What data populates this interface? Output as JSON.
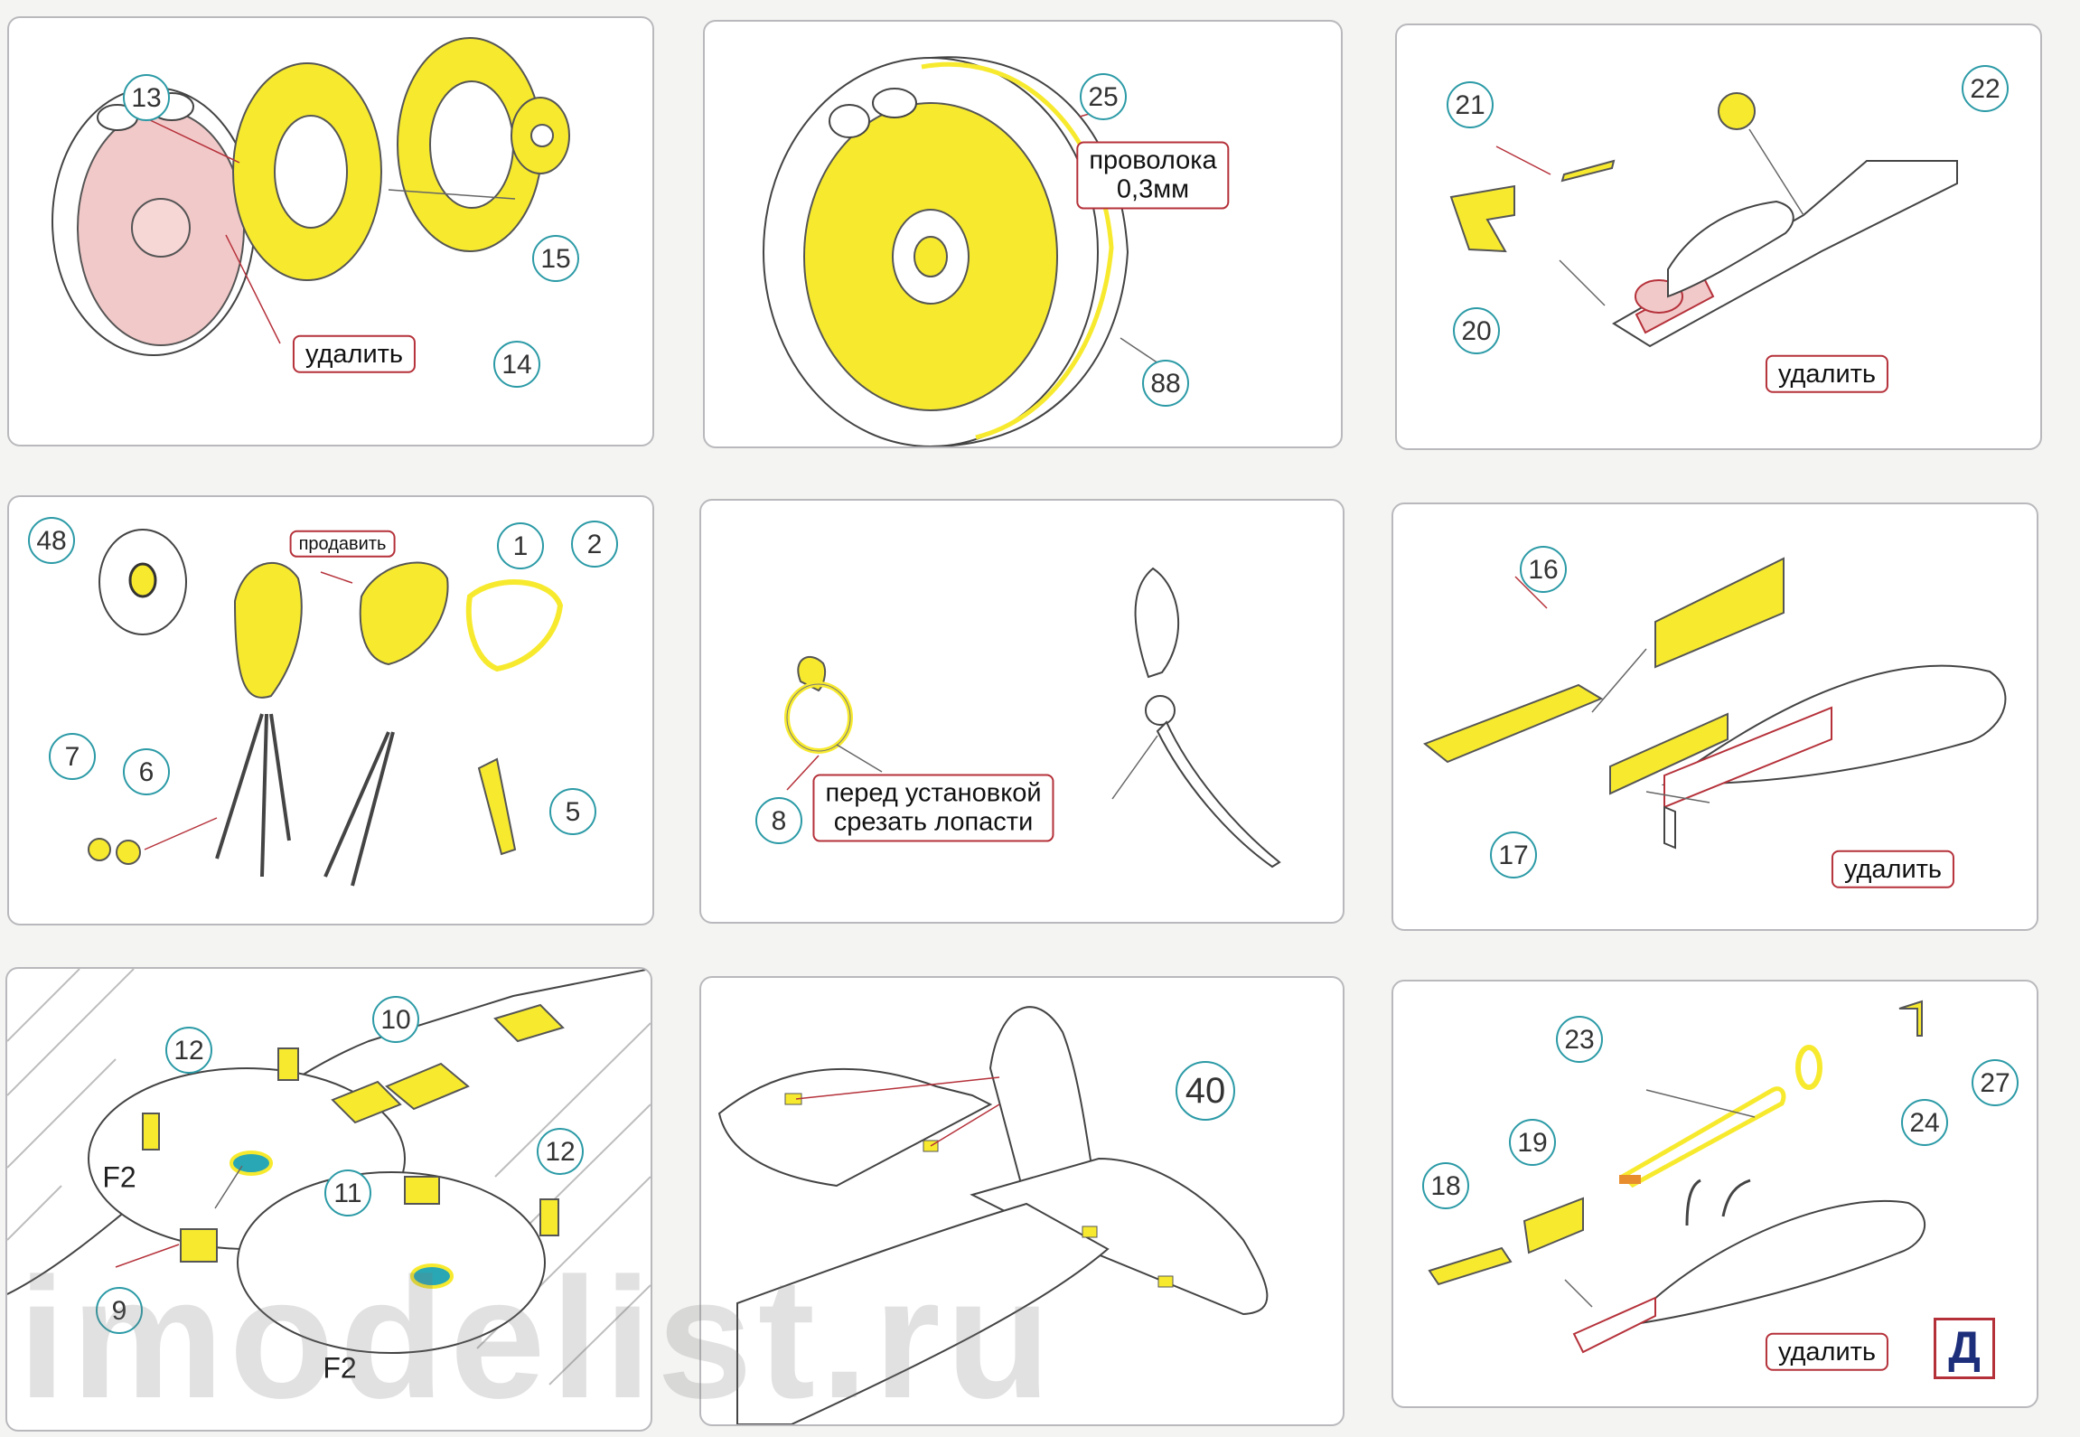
{
  "colors": {
    "part": "#f7ea2e",
    "remove": "#f2c9c9",
    "callout_border": "#2b9aa6",
    "tag_border": "#b5313a",
    "letter": "#1d2e7a"
  },
  "panel1": {
    "labels": [
      "13",
      "15",
      "14"
    ],
    "remove": "удалить"
  },
  "panel2": {
    "labels": [
      "25",
      "88"
    ],
    "note": "проволока\n0,3мм"
  },
  "panel3": {
    "labels": [
      "21",
      "22",
      "20"
    ],
    "remove": "удалить"
  },
  "panel4": {
    "labels": [
      "48",
      "1",
      "2",
      "7",
      "6",
      "5"
    ],
    "press": "продавить"
  },
  "panel5": {
    "labels": [
      "8"
    ],
    "note": "перед установкой\nсрезать лопасти"
  },
  "panel6": {
    "labels": [
      "16",
      "17"
    ],
    "remove": "удалить"
  },
  "panel7": {
    "labels": [
      "10",
      "12",
      "12",
      "11",
      "F2",
      "9",
      "F2"
    ]
  },
  "panel8": {
    "labels": [
      "40"
    ]
  },
  "panel9": {
    "labels": [
      "23",
      "27",
      "24",
      "19",
      "18"
    ],
    "remove": "удалить",
    "letter": "Д"
  },
  "watermark": "imodelist.ru"
}
